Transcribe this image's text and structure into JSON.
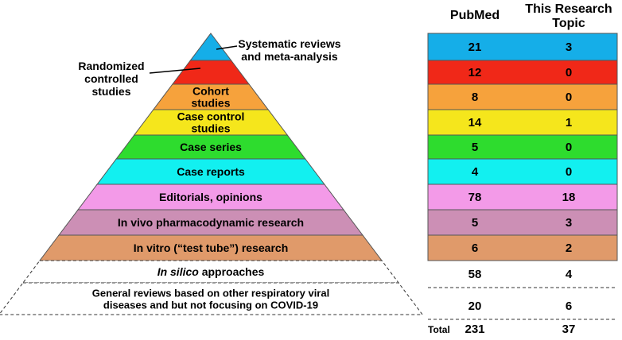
{
  "annotations": {
    "systematic_line1": "Systematic reviews",
    "systematic_line2": "and meta-analysis",
    "rct_line1": "Randomized",
    "rct_line2": "controlled",
    "rct_line3": "studies"
  },
  "table": {
    "col1_header": "PubMed",
    "col2_header_line1": "This Research",
    "col2_header_line2": "Topic",
    "total_label": "Total",
    "total_pubmed": "231",
    "total_topic": "37"
  },
  "levels": [
    {
      "label_lines": [
        ""
      ],
      "color": "#15AEE8",
      "pubmed": "21",
      "topic": "3"
    },
    {
      "label_lines": [
        ""
      ],
      "color": "#F02818",
      "pubmed": "12",
      "topic": "0"
    },
    {
      "label_lines": [
        "Cohort",
        "studies"
      ],
      "color": "#F6A23C",
      "pubmed": "8",
      "topic": "0"
    },
    {
      "label_lines": [
        "Case control",
        "studies"
      ],
      "color": "#F5E61C",
      "pubmed": "14",
      "topic": "1"
    },
    {
      "label_lines": [
        "Case series"
      ],
      "color": "#2EDC2E",
      "pubmed": "5",
      "topic": "0"
    },
    {
      "label_lines": [
        "Case reports"
      ],
      "color": "#12F0F0",
      "pubmed": "4",
      "topic": "0"
    },
    {
      "label_lines": [
        "Editorials, opinions"
      ],
      "color": "#F39AE8",
      "pubmed": "78",
      "topic": "18"
    },
    {
      "label_lines": [
        "In vivo pharmacodynamic research"
      ],
      "color": "#CC8FB5",
      "pubmed": "5",
      "topic": "3"
    },
    {
      "label_lines": [
        "In vitro (“test tube”) research"
      ],
      "color": "#E09A6A",
      "pubmed": "6",
      "topic": "2"
    },
    {
      "label_lines": [
        "approaches"
      ],
      "italic_prefix": "In silico",
      "color": "#FFFFFF",
      "dashed": true,
      "pubmed": "58",
      "topic": "4"
    },
    {
      "label_lines": [
        "General reviews based on other respiratory viral",
        "diseases and but not focusing on COVID-19"
      ],
      "color": "#FFFFFF",
      "dashed": true,
      "pubmed": "20",
      "topic": "6"
    }
  ]
}
